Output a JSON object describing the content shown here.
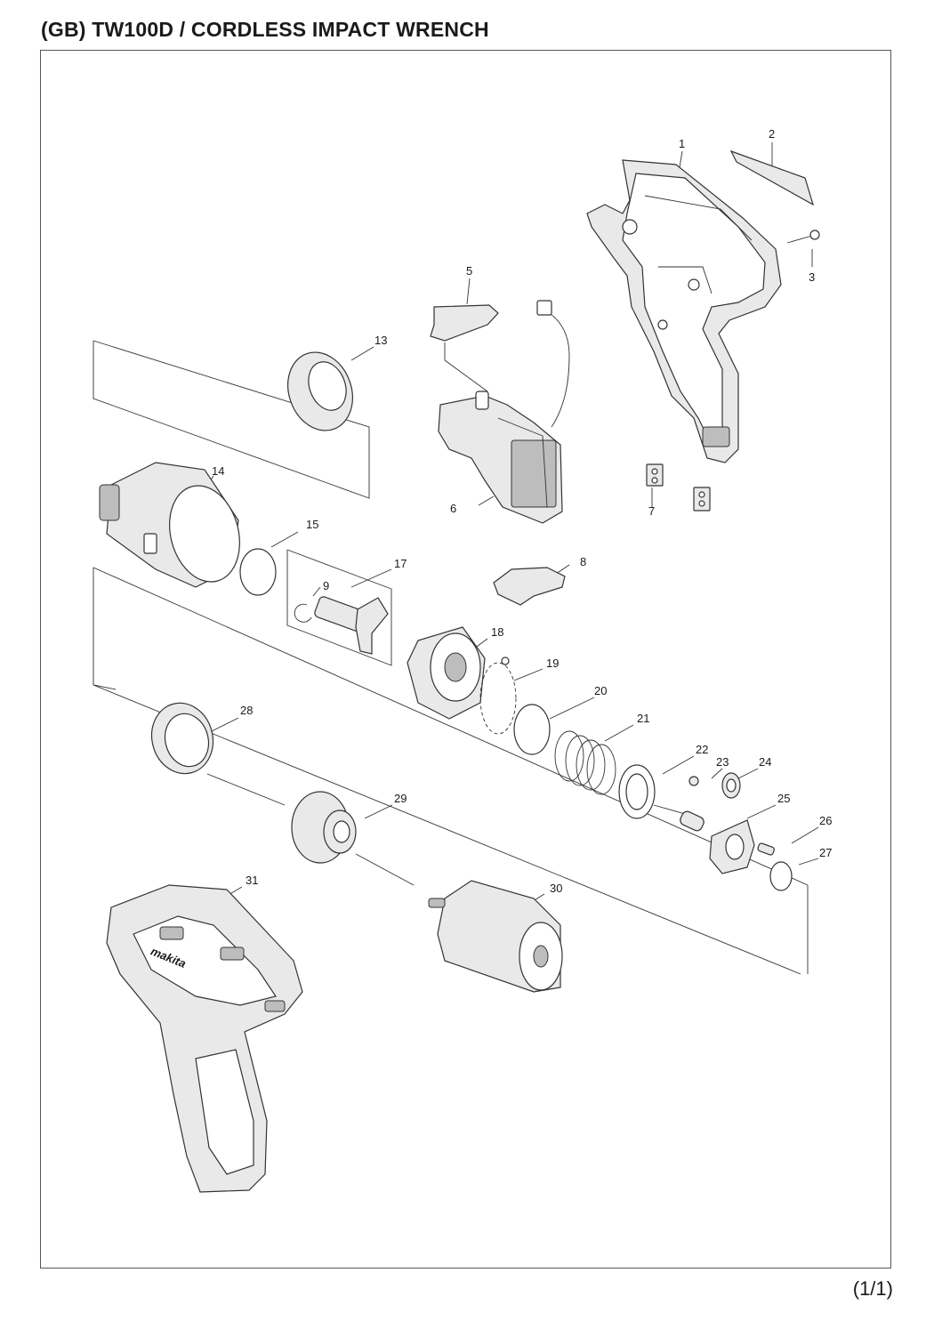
{
  "header": {
    "title": "(GB) TW100D / CORDLESS IMPACT WRENCH"
  },
  "footer": {
    "page": "(1/1)"
  },
  "parts": [
    {
      "id": "p1",
      "label": "1"
    },
    {
      "id": "p2",
      "label": "2"
    },
    {
      "id": "p3",
      "label": "3"
    },
    {
      "id": "p5",
      "label": "5"
    },
    {
      "id": "p6",
      "label": "6"
    },
    {
      "id": "p7",
      "label": "7"
    },
    {
      "id": "p8",
      "label": "8"
    },
    {
      "id": "p9",
      "label": "9"
    },
    {
      "id": "p13",
      "label": "13"
    },
    {
      "id": "p14",
      "label": "14"
    },
    {
      "id": "p15",
      "label": "15"
    },
    {
      "id": "p17",
      "label": "17"
    },
    {
      "id": "p18",
      "label": "18"
    },
    {
      "id": "p19",
      "label": "19"
    },
    {
      "id": "p20",
      "label": "20"
    },
    {
      "id": "p21",
      "label": "21"
    },
    {
      "id": "p22",
      "label": "22"
    },
    {
      "id": "p23",
      "label": "23"
    },
    {
      "id": "p24",
      "label": "24"
    },
    {
      "id": "p25",
      "label": "25"
    },
    {
      "id": "p26",
      "label": "26"
    },
    {
      "id": "p27",
      "label": "27"
    },
    {
      "id": "p28",
      "label": "28"
    },
    {
      "id": "p29",
      "label": "29"
    },
    {
      "id": "p30",
      "label": "30"
    },
    {
      "id": "p31",
      "label": "31"
    }
  ],
  "logo": {
    "brand": "makita"
  }
}
